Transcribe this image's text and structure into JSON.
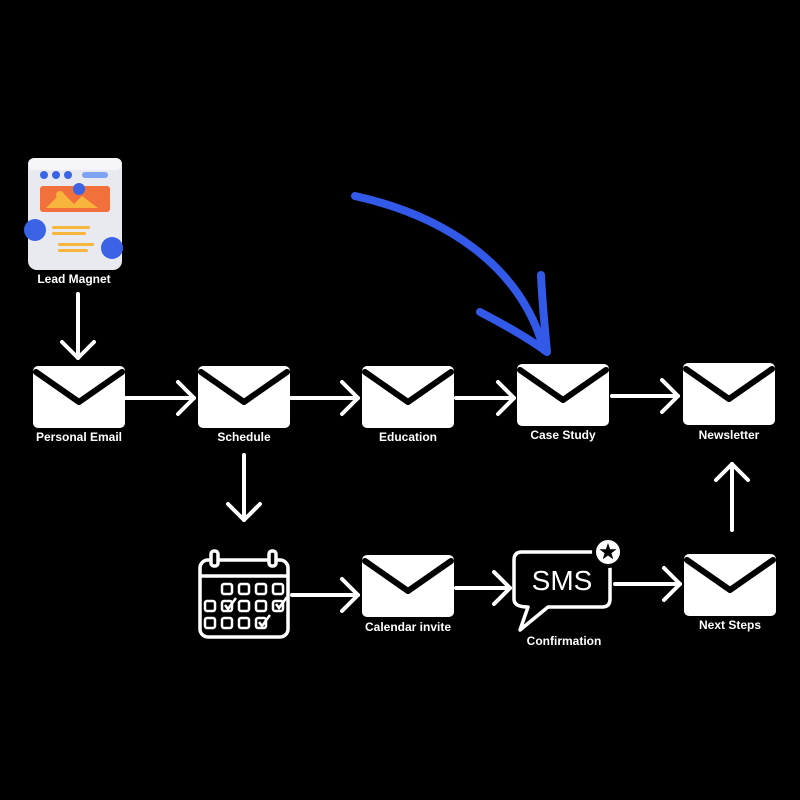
{
  "nodes": {
    "lead_magnet": "Lead Magnet",
    "personal_email": "Personal Email",
    "schedule": "Schedule",
    "education": "Education",
    "case_study": "Case Study",
    "newsletter": "Newsletter",
    "calendar_invite": "Calendar invite",
    "confirmation": "Confirmation",
    "next_steps": "Next Steps"
  },
  "sms_bubble_text": "SMS",
  "colors": {
    "background": "#000000",
    "foreground": "#ffffff",
    "highlight_arrow": "#3259e8",
    "icon_blue": "#3a63e6",
    "icon_orange": "#f1703c",
    "icon_yellow": "#f7b53b",
    "icon_panel": "#e7e7ee"
  },
  "icons": [
    "document-icon",
    "envelope-icon",
    "calendar-icon",
    "sms-bubble-icon",
    "star-icon"
  ]
}
